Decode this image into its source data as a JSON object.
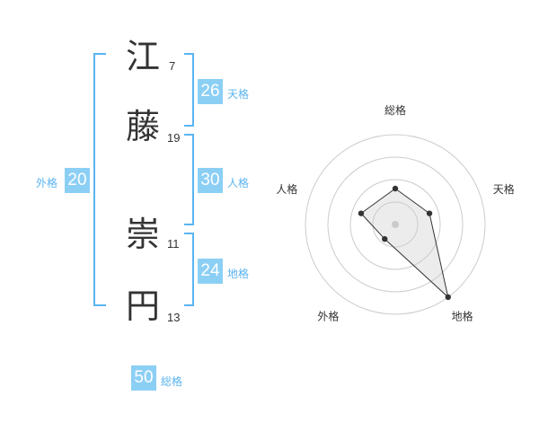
{
  "name": {
    "chars": [
      {
        "char": "江",
        "strokes": "7"
      },
      {
        "char": "藤",
        "strokes": "19"
      },
      {
        "char": "崇",
        "strokes": "11"
      },
      {
        "char": "円",
        "strokes": "13"
      }
    ]
  },
  "fortune": {
    "tenkaku": {
      "value": "26",
      "label": "天格"
    },
    "jinkaku": {
      "value": "30",
      "label": "人格"
    },
    "chikaku": {
      "value": "24",
      "label": "地格"
    },
    "gaikaku": {
      "value": "20",
      "label": "外格"
    },
    "soukaku": {
      "value": "50",
      "label": "総格"
    }
  },
  "chart_data": {
    "type": "radar",
    "axes": [
      "総格",
      "天格",
      "地格",
      "外格",
      "人格"
    ],
    "values": [
      2,
      2,
      5,
      1,
      2
    ],
    "max": 5,
    "rings": 4
  }
}
